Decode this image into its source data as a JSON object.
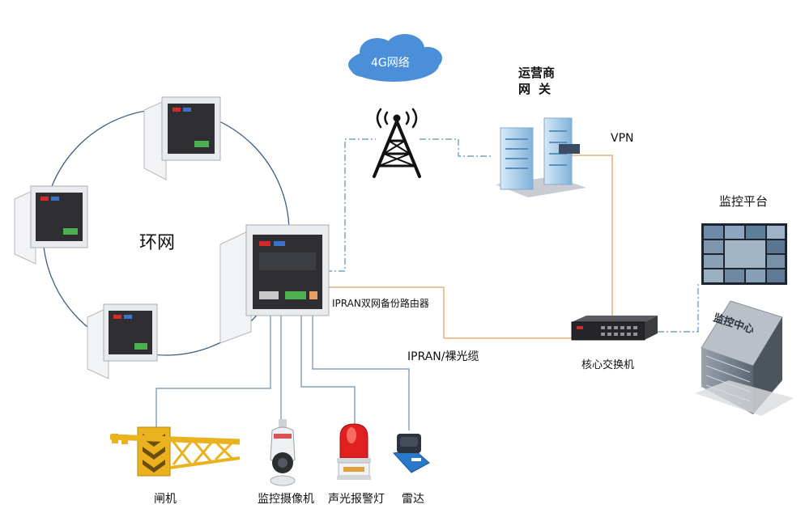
{
  "labels": {
    "cloud": "4G网络",
    "ring_network": "环网",
    "operator_gateway_line1": "运营商",
    "operator_gateway_line2": "网关",
    "vpn": "VPN",
    "monitoring_platform": "监控平台",
    "router": "IPRAN双网备份路由器",
    "ipran_link": "IPRAN/裸光缆",
    "core_switch": "核心交换机",
    "barrier_gate": "闸机",
    "surveillance_camera": "监控摄像机",
    "alarm_light": "声光报警灯",
    "radar": "雷达",
    "building_sign": "监控中心"
  },
  "colors": {
    "cloud": "#4a8fd8",
    "ring_line": "#3f5f82",
    "dashdot_line": "#5a8fb0",
    "orange_line": "#e6a060",
    "device_line": "#6a8eb0",
    "cabinet": "#e9eaec",
    "cabinet_panel": "#2e2e33",
    "accent_red": "#d42a2a",
    "gate_yellow": "#e9b21e",
    "radar_blue": "#2a78c8"
  }
}
